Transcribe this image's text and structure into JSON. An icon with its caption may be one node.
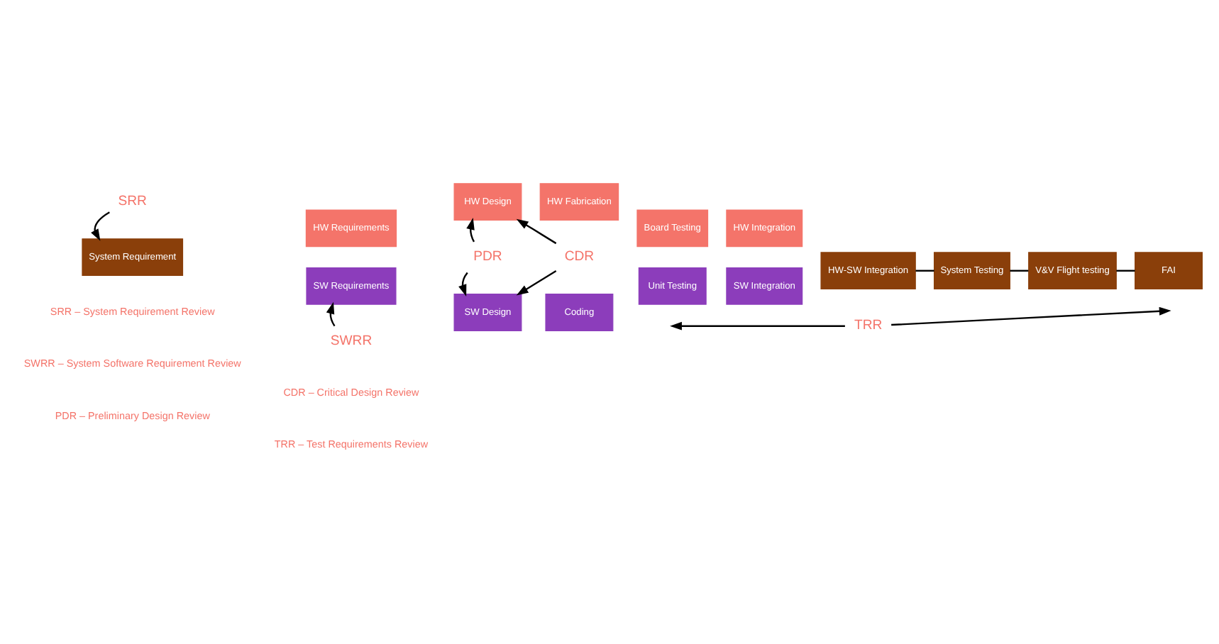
{
  "diagram": {
    "nodes": [
      {
        "text": [
          "System Requirement"
        ]
      },
      {
        "text": [
          "HW Requirements"
        ]
      },
      {
        "text": [
          "SW Requirements"
        ]
      },
      {
        "text": [
          "HW Design"
        ]
      },
      {
        "text": [
          "SW Design"
        ]
      },
      {
        "text": [
          "HW Fabrication"
        ]
      },
      {
        "text": [
          "Coding"
        ]
      },
      {
        "text": [
          "Board Testing"
        ]
      },
      {
        "text": [
          "Unit Testing"
        ]
      },
      {
        "text": [
          "HW Integration"
        ]
      },
      {
        "text": [
          "SW Integration"
        ]
      },
      {
        "text": [
          "HW-SW Integration"
        ]
      },
      {
        "text": [
          "System Testing"
        ]
      },
      {
        "text": [
          "V&V Flight testing"
        ]
      },
      {
        "text": [
          "FAI"
        ]
      },
      {
        "text": [
          "SRR"
        ]
      },
      {
        "text": [
          "SWRR"
        ]
      },
      {
        "text": [
          "PDR"
        ]
      },
      {
        "text": [
          "CDR"
        ]
      },
      {
        "text": [
          "TRR"
        ]
      }
    ],
    "edges": [
      {
        "from": 15,
        "to": 0,
        "arrow": "to"
      },
      {
        "from": 16,
        "to": 2,
        "arrow": "to"
      },
      {
        "from": 17,
        "to": 3,
        "arrow": "to"
      },
      {
        "from": 17,
        "to": 4,
        "arrow": "to"
      },
      {
        "from": 18,
        "to": 3,
        "arrow": "to"
      },
      {
        "from": 18,
        "to": 4,
        "arrow": "to"
      },
      {
        "from": 11,
        "to": 12,
        "arrow": "none"
      },
      {
        "from": 12,
        "to": 13,
        "arrow": "none"
      },
      {
        "from": 13,
        "to": 14,
        "arrow": "none"
      },
      {
        "from": 19,
        "to": null,
        "arrow": "to"
      },
      {
        "from": 19,
        "to": null,
        "arrow": "to"
      }
    ],
    "labels": [
      "SRR – System Requirement Review",
      "CDR – Critical Design Review",
      "SWRR – System Software Requirement Review",
      "TRR – Test Requirements Review",
      "PDR – Preliminary Design Review"
    ]
  }
}
